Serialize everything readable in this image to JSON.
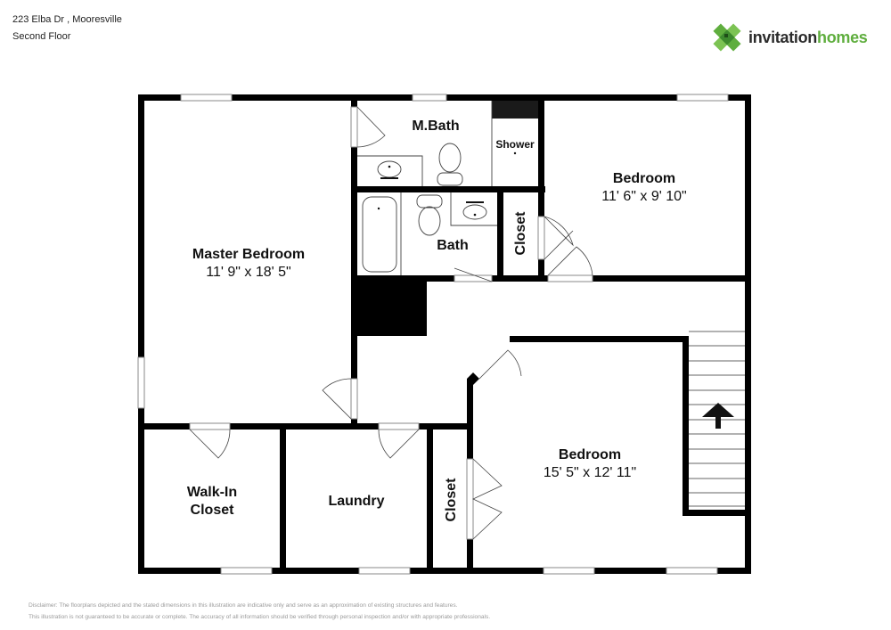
{
  "header": {
    "address": "223 Elba Dr , Mooresville",
    "floor": "Second Floor"
  },
  "brand": {
    "name_part1": "invitation",
    "name_part2": "homes",
    "logo_icon": "green-clover-logo-icon",
    "colors": {
      "dark_text": "#2b2b2b",
      "green": "#5fae3e",
      "green_dark": "#3d8a2e"
    }
  },
  "rooms": {
    "master_bedroom": {
      "name": "Master Bedroom",
      "dims": "11' 9\" x 18' 5\""
    },
    "m_bath": {
      "name": "M.Bath"
    },
    "shower": {
      "name": "Shower"
    },
    "bedroom_ne": {
      "name": "Bedroom",
      "dims": "11' 6\" x 9' 10\""
    },
    "bath": {
      "name": "Bath"
    },
    "closet_upper": {
      "name": "Closet"
    },
    "bedroom_se": {
      "name": "Bedroom",
      "dims": "15' 5\" x 12' 11\""
    },
    "walk_in_closet": {
      "name_line1": "Walk-In",
      "name_line2": "Closet"
    },
    "laundry": {
      "name": "Laundry"
    },
    "closet_lower": {
      "name": "Closet"
    }
  },
  "stairs": {
    "direction": "up",
    "icon": "arrow-up-icon"
  },
  "disclaimer": {
    "line1": "Disclaimer: The floorplans depicted and the stated dimensions in this illustration are indicative only and serve as an approximation of existing structures and features.",
    "line2": "This illustration is not guaranteed to be accurate or complete. The accuracy of all information should be verified through personal inspection and/or with appropriate professionals."
  }
}
